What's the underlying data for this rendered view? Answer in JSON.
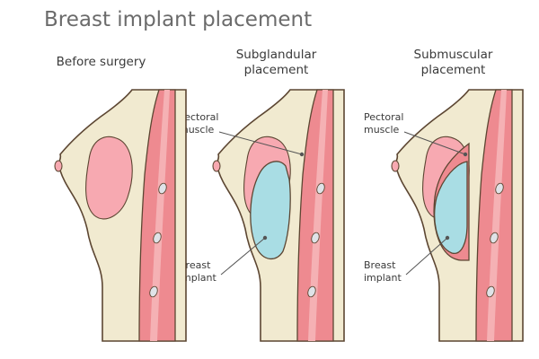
{
  "title": "Breast implant placement",
  "panels": [
    {
      "title_line1": "Before surgery",
      "title_line2": ""
    },
    {
      "title_line1": "Subglandular",
      "title_line2": "placement",
      "label_muscle_1": "Pectoral",
      "label_muscle_2": "muscle",
      "label_implant_1": "Breast",
      "label_implant_2": "implant"
    },
    {
      "title_line1": "Submuscular",
      "title_line2": "placement",
      "label_muscle_1": "Pectoral",
      "label_muscle_2": "muscle",
      "label_implant_1": "Breast",
      "label_implant_2": "implant"
    }
  ],
  "colors": {
    "skin": "#f1ead0",
    "outline": "#5c4632",
    "gland": "#f7a9b1",
    "muscle": "#ee8a90",
    "muscle_light": "#f5b1b4",
    "implant": "#a9dde4",
    "rib": "#dfe3e8",
    "leader": "#555555"
  }
}
